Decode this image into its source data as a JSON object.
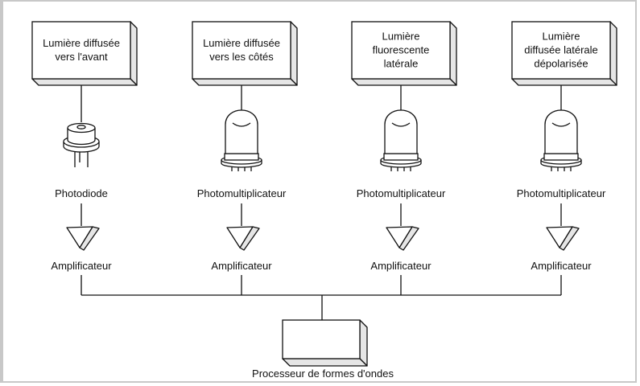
{
  "channels": [
    {
      "source_lines": [
        "Lumière diffusée",
        "vers l'avant"
      ],
      "detector": "Photodiode",
      "detector_icon": "photodiode-icon",
      "amplifier": "Amplificateur"
    },
    {
      "source_lines": [
        "Lumière diffusée",
        "vers les côtés"
      ],
      "detector": "Photomultiplicateur",
      "detector_icon": "photomultiplier-tube-icon",
      "amplifier": "Amplificateur"
    },
    {
      "source_lines": [
        "Lumière",
        "fluorescente",
        "latérale"
      ],
      "detector": "Photomultiplicateur",
      "detector_icon": "photomultiplier-tube-icon",
      "amplifier": "Amplificateur"
    },
    {
      "source_lines": [
        "Lumière",
        "diffusée latérale",
        "dépolarisée"
      ],
      "detector": "Photomultiplicateur",
      "detector_icon": "photomultiplier-tube-icon",
      "amplifier": "Amplificateur"
    }
  ],
  "processor": {
    "label": "Processeur de formes d'ondes"
  },
  "colors": {
    "stroke": "#111111",
    "box_fill": "#ffffff",
    "shade": "#e6e6e6",
    "frame": "#c8c8c8"
  }
}
